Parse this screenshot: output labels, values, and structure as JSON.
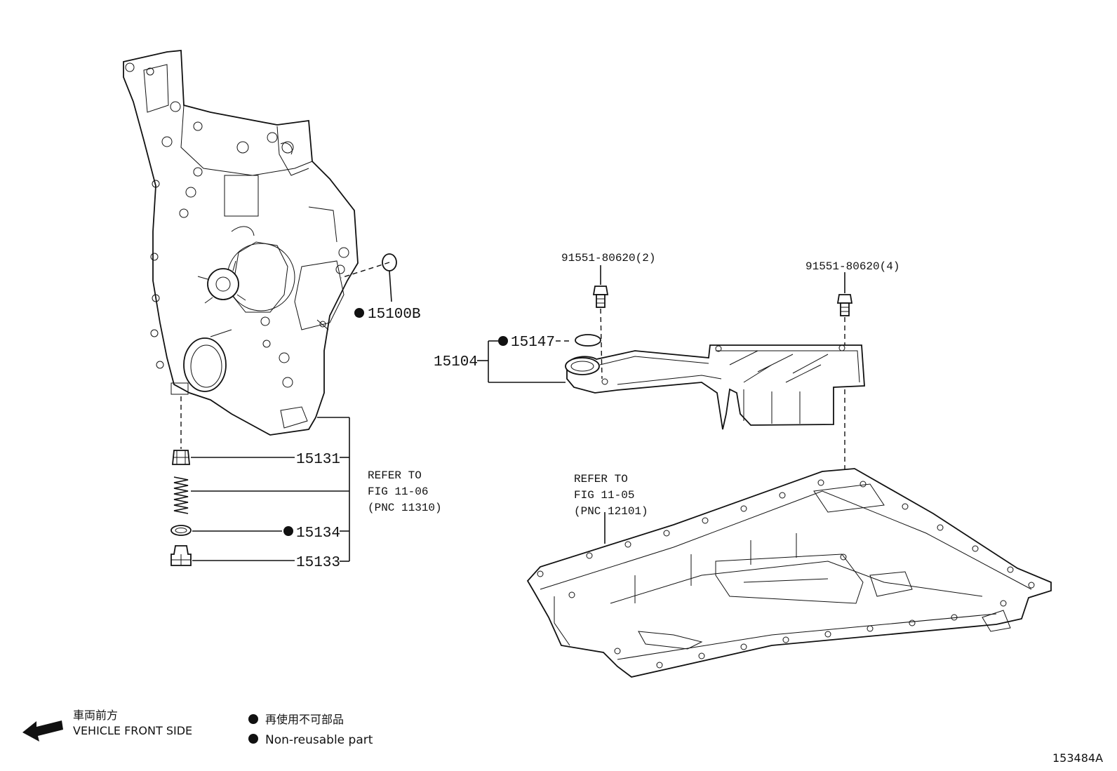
{
  "parts": {
    "p15100b": "15100B",
    "p15131": "15131",
    "p15134": "15134",
    "p15133": "15133",
    "p15147": "15147",
    "p15104": "15104",
    "bolt_a": "91551-80620(2)",
    "bolt_b": "91551-80620(4)"
  },
  "refs": {
    "left": {
      "line1": "REFER TO",
      "line2": "FIG 11-06",
      "line3": "(PNC 11310)"
    },
    "right": {
      "line1": "REFER TO",
      "line2": "FIG 11-05",
      "line3": "(PNC 12101)"
    }
  },
  "legend": {
    "front_jp": "車両前方",
    "front_en": "VEHICLE FRONT SIDE",
    "nonreuse_jp": "再使用不可部品",
    "nonreuse_en": "Non-reusable part"
  },
  "figure_id": "153484A",
  "icons": {
    "front_arrow": "arrow-left-icon",
    "bullet": "filled-circle-icon"
  }
}
